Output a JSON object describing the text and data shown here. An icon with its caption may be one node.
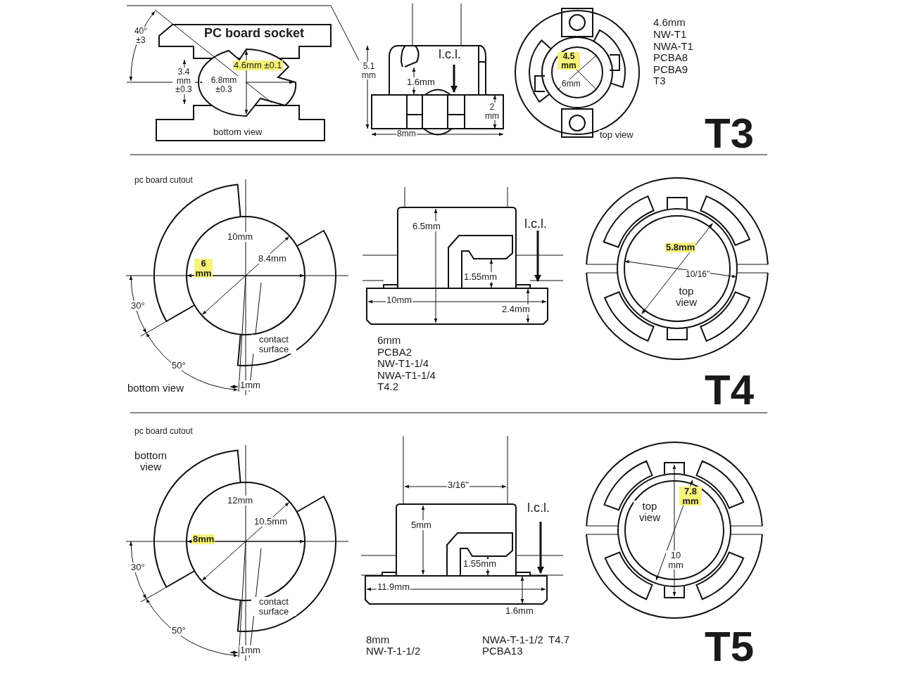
{
  "diagram": {
    "labels": [
      "40° ±3",
      "PC board socket",
      "4.6mm ±0.1",
      "3.4 mm ±0.3",
      "6.8mm ±0.3",
      "bottom view",
      "5.1 mm",
      "l.c.l.",
      "1.6mm",
      "2 mm",
      "8mm",
      "4.5 mm",
      "6mm",
      "top view",
      "4.6mm",
      "NW-T1",
      "NWA-T1",
      "PCBA8",
      "PCBA9",
      "T3",
      "T3",
      "pc board cutout",
      "10mm",
      "8.4mm",
      "6 mm",
      "30°",
      "contact surface",
      "50°",
      "bottom view",
      "1mm",
      "6.5mm",
      "l.c.l.",
      "1.55mm",
      "10mm",
      "2.4mm",
      "6mm",
      "PCBA2",
      "NW-T1-1/4",
      "NWA-T1-1/4",
      "T4.2",
      "5.8mm",
      "10/16\"",
      "top view",
      "T4",
      "pc board cutout",
      "bottom view",
      "12mm",
      "10.5mm",
      "8mm",
      "30°",
      "contact surface",
      "50°",
      "1mm",
      "3/16\"",
      "5mm",
      "l.c.l.",
      "1.55mm",
      "11.9mm",
      "1.6mm",
      "8mm",
      "NW-T-1-1/2",
      "NWA-T-1-1/2",
      "PCBA13",
      "T4.7",
      "7.8 mm",
      "top view",
      "10 mm",
      "T5"
    ]
  }
}
